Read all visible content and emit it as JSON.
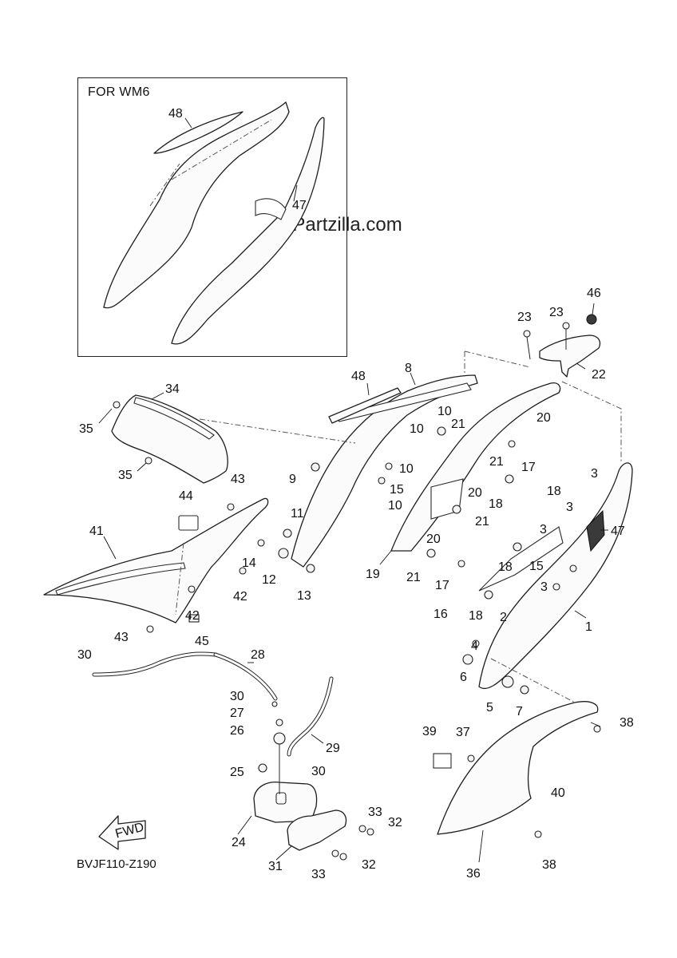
{
  "inset": {
    "title": "FOR WM6"
  },
  "watermark": "© Partzilla.com",
  "reference_code": "BVJF110-Z190",
  "fwd_label": "FWD",
  "callouts": [
    {
      "id": "c48a",
      "text": "48"
    },
    {
      "id": "c47a",
      "text": "47"
    },
    {
      "id": "c46",
      "text": "46"
    },
    {
      "id": "c23a",
      "text": "23"
    },
    {
      "id": "c23b",
      "text": "23"
    },
    {
      "id": "c22",
      "text": "22"
    },
    {
      "id": "c48b",
      "text": "48"
    },
    {
      "id": "c8",
      "text": "8"
    },
    {
      "id": "c34",
      "text": "34"
    },
    {
      "id": "c35a",
      "text": "35"
    },
    {
      "id": "c35b",
      "text": "35"
    },
    {
      "id": "c10a",
      "text": "10"
    },
    {
      "id": "c21a",
      "text": "21"
    },
    {
      "id": "c20a",
      "text": "20"
    },
    {
      "id": "c10b",
      "text": "10"
    },
    {
      "id": "c21b",
      "text": "21"
    },
    {
      "id": "c17a",
      "text": "17"
    },
    {
      "id": "c10c",
      "text": "10"
    },
    {
      "id": "c20b",
      "text": "20"
    },
    {
      "id": "c18a",
      "text": "18"
    },
    {
      "id": "c3a",
      "text": "3"
    },
    {
      "id": "c9",
      "text": "9"
    },
    {
      "id": "c15a",
      "text": "15"
    },
    {
      "id": "c10d",
      "text": "10"
    },
    {
      "id": "c21c",
      "text": "21"
    },
    {
      "id": "c18b",
      "text": "18"
    },
    {
      "id": "c3b",
      "text": "3"
    },
    {
      "id": "c3c",
      "text": "3"
    },
    {
      "id": "c47b",
      "text": "47"
    },
    {
      "id": "c43a",
      "text": "43"
    },
    {
      "id": "c44",
      "text": "44"
    },
    {
      "id": "c11",
      "text": "11"
    },
    {
      "id": "c20c",
      "text": "20"
    },
    {
      "id": "c41",
      "text": "41"
    },
    {
      "id": "c14",
      "text": "14"
    },
    {
      "id": "c12",
      "text": "12"
    },
    {
      "id": "c19",
      "text": "19"
    },
    {
      "id": "c21d",
      "text": "21"
    },
    {
      "id": "c18c",
      "text": "18"
    },
    {
      "id": "c15b",
      "text": "15"
    },
    {
      "id": "c13",
      "text": "13"
    },
    {
      "id": "c42a",
      "text": "42"
    },
    {
      "id": "c17b",
      "text": "17"
    },
    {
      "id": "c3d",
      "text": "3"
    },
    {
      "id": "c42b",
      "text": "42"
    },
    {
      "id": "c16",
      "text": "16"
    },
    {
      "id": "c18d",
      "text": "18"
    },
    {
      "id": "c2",
      "text": "2"
    },
    {
      "id": "c1",
      "text": "1"
    },
    {
      "id": "c43b",
      "text": "43"
    },
    {
      "id": "c45",
      "text": "45"
    },
    {
      "id": "c4",
      "text": "4"
    },
    {
      "id": "c30a",
      "text": "30"
    },
    {
      "id": "c28",
      "text": "28"
    },
    {
      "id": "c6",
      "text": "6"
    },
    {
      "id": "c30b",
      "text": "30"
    },
    {
      "id": "c5",
      "text": "5"
    },
    {
      "id": "c7",
      "text": "7"
    },
    {
      "id": "c27",
      "text": "27"
    },
    {
      "id": "c38a",
      "text": "38"
    },
    {
      "id": "c26",
      "text": "26"
    },
    {
      "id": "c39",
      "text": "39"
    },
    {
      "id": "c37",
      "text": "37"
    },
    {
      "id": "c29",
      "text": "29"
    },
    {
      "id": "c25",
      "text": "25"
    },
    {
      "id": "c30c",
      "text": "30"
    },
    {
      "id": "c40",
      "text": "40"
    },
    {
      "id": "c33a",
      "text": "33"
    },
    {
      "id": "c32a",
      "text": "32"
    },
    {
      "id": "c24",
      "text": "24"
    },
    {
      "id": "c31",
      "text": "31"
    },
    {
      "id": "c32b",
      "text": "32"
    },
    {
      "id": "c33b",
      "text": "33"
    },
    {
      "id": "c36",
      "text": "36"
    },
    {
      "id": "c38b",
      "text": "38"
    }
  ]
}
